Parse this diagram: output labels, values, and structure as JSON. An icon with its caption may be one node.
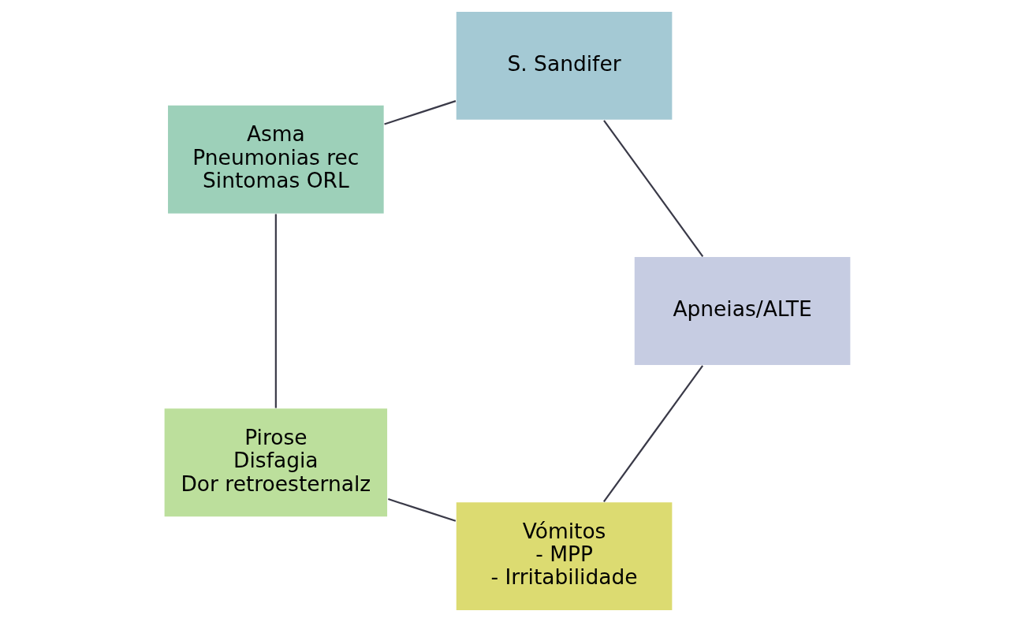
{
  "diagram": {
    "nodes": [
      {
        "text": [
          "Vómitos",
          "- MPP",
          "- Irritabilidade"
        ]
      },
      {
        "text": [
          "Pirose",
          "Disfagia",
          "Dor retroesternalz"
        ]
      },
      {
        "text": [
          "Asma",
          "Pneumonias rec",
          "Sintomas ORL"
        ]
      },
      {
        "text": [
          "S. Sandifer"
        ]
      },
      {
        "text": [
          "Apneias/ALTE"
        ]
      }
    ],
    "edges": [
      {
        "from": 0,
        "to": 1,
        "arrow": "none"
      },
      {
        "from": 1,
        "to": 2,
        "arrow": "none"
      },
      {
        "from": 2,
        "to": 3,
        "arrow": "none"
      },
      {
        "from": 3,
        "to": 4,
        "arrow": "none"
      },
      {
        "from": 4,
        "to": 0,
        "arrow": "none"
      }
    ]
  }
}
